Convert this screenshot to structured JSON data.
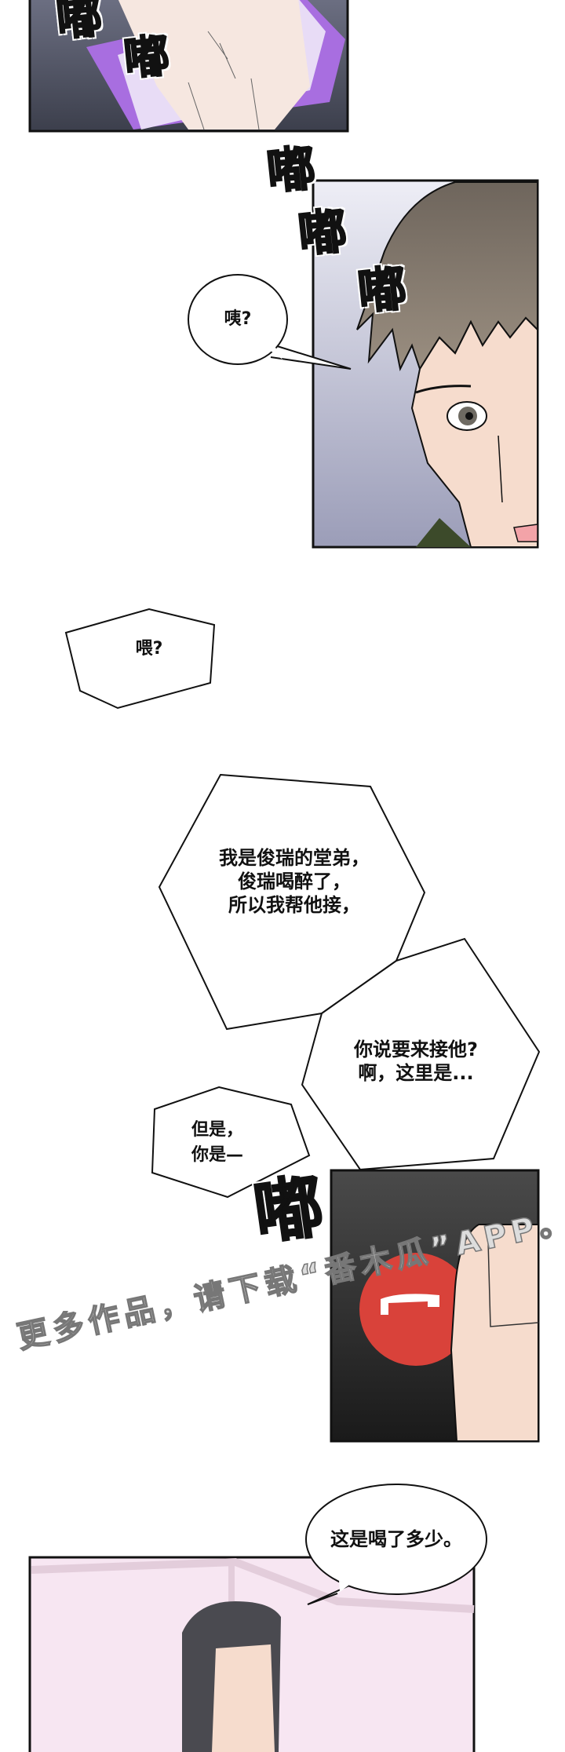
{
  "sound_effects": {
    "ring_1": "嘟",
    "ring_2": "嘟",
    "ring_3": "嘟",
    "ring_4": "嘟",
    "ring_5": "嘟",
    "ring_final": "嘟"
  },
  "bubbles": {
    "huh": "咦?",
    "hello": "喂?",
    "cousin_lines": [
      "我是俊瑞的堂弟，",
      "俊瑞喝醉了，",
      "所以我帮他接，"
    ],
    "pickup_lines": [
      "你说要来接他?",
      "啊，这里是..."
    ],
    "but_lines": [
      "但是，",
      "你是—"
    ],
    "how_much": "这是喝了多少。"
  },
  "watermark": "更多作品，请下载“番木瓜”APP。",
  "colors": {
    "phone_glow": "#a86ee0",
    "decline_button": "#d9423a",
    "skin": "#f6dccd",
    "hair_brown": "#7b6e62",
    "room_pink": "#f7e6f2"
  }
}
